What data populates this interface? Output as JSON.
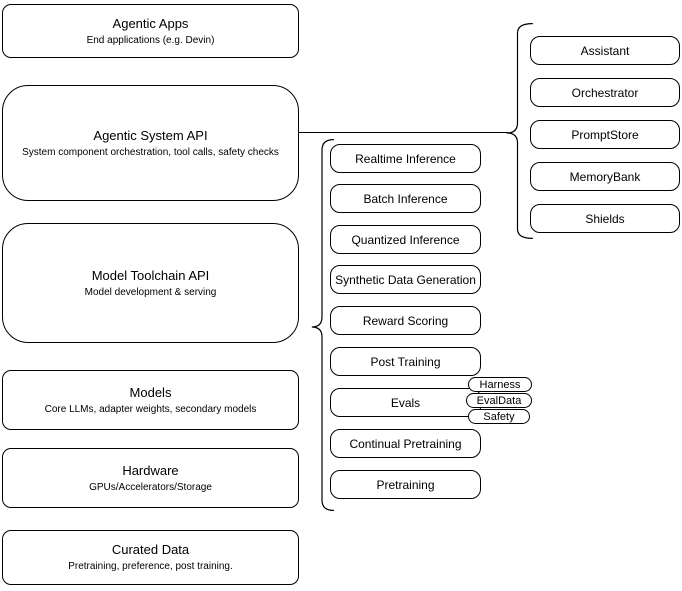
{
  "diagram": {
    "left_stack": [
      {
        "title": "Agentic Apps",
        "subtitle": "End applications (e.g. Devin)"
      },
      {
        "title": "Agentic System API",
        "subtitle": "System component orchestration, tool calls, safety checks"
      },
      {
        "title": "Model Toolchain API",
        "subtitle": "Model development & serving"
      },
      {
        "title": "Models",
        "subtitle": "Core LLMs, adapter weights, secondary models"
      },
      {
        "title": "Hardware",
        "subtitle": "GPUs/Accelerators/Storage"
      },
      {
        "title": "Curated Data",
        "subtitle": "Pretraining, preference, post training."
      }
    ],
    "toolchain_items": [
      "Realtime Inference",
      "Batch Inference",
      "Quantized Inference",
      "Synthetic Data Generation",
      "Reward Scoring",
      "Post Training",
      "Evals",
      "Continual Pretraining",
      "Pretraining"
    ],
    "eval_tags": [
      "Harness",
      "EvalData",
      "Safety"
    ],
    "system_components": [
      "Assistant",
      "Orchestrator",
      "PromptStore",
      "MemoryBank",
      "Shields"
    ],
    "colors": {
      "stroke": "#000000",
      "fill": "#ffffff",
      "text": "#000000"
    }
  }
}
